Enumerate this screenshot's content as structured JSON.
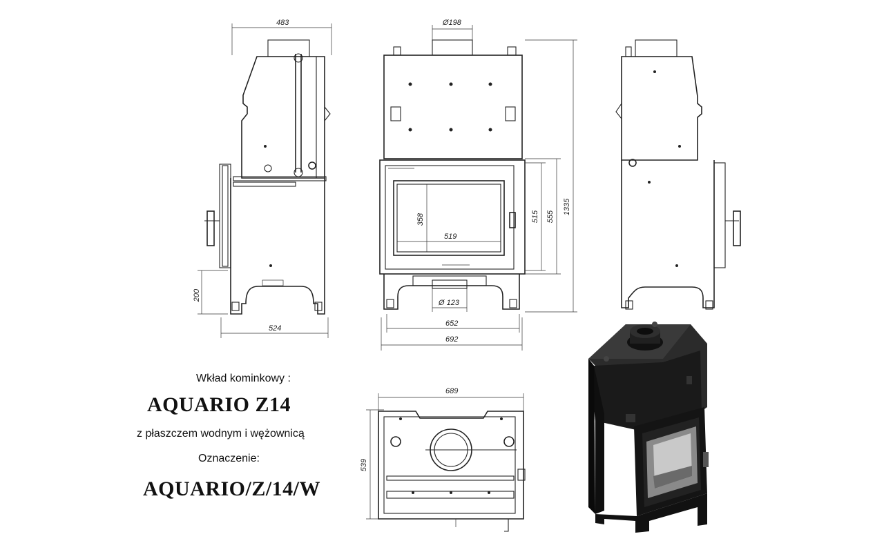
{
  "labels": {
    "insert_type": "Wkład kominkowy :",
    "model": "AQUARIO Z14",
    "description": "z płaszczem wodnym i wężownicą",
    "designation_label": "Oznaczenie:",
    "designation": "AQUARIO/Z/14/W"
  },
  "dimensions": {
    "side_top_width": "483",
    "flue_diameter": "Ø198",
    "side_leg_height": "200",
    "side_base_width": "524",
    "glass_height": "358",
    "glass_width": "519",
    "door_height": "515",
    "front_height_555": "555",
    "total_height": "1335",
    "air_inlet_diameter": "Ø 123",
    "base_width": "652",
    "total_width": "692",
    "top_width": "689",
    "top_depth": "539"
  },
  "colors": {
    "line": "#222222",
    "render_body": "#1c1c1c",
    "background": "#ffffff"
  }
}
